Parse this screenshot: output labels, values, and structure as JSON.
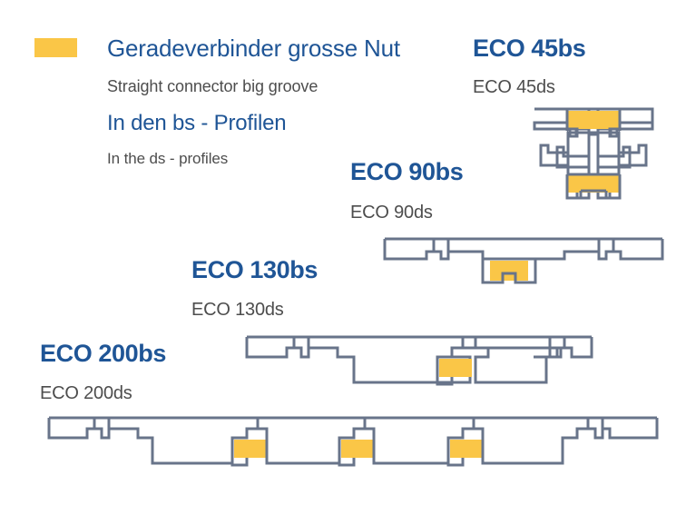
{
  "legend": {
    "swatch_color": "#FAC647",
    "title_de": "Geradeverbinder grosse Nut",
    "title_en": "Straight connector big groove",
    "scope_de": "In den bs - Profilen",
    "scope_en": "In the ds - profiles"
  },
  "colors": {
    "heading_blue": "#1F5596",
    "subtitle_gray": "#4D4D4D",
    "profile_stroke": "#68748A",
    "connector_yellow": "#FAC647",
    "background": "#FFFFFF"
  },
  "profiles": [
    {
      "id": "eco45",
      "title": "ECO 45bs",
      "subtitle": "ECO 45ds",
      "orientation": "vertical",
      "connector_count": 2,
      "connector_positions": [
        "top",
        "bottom"
      ]
    },
    {
      "id": "eco90",
      "title": "ECO 90bs",
      "subtitle": "ECO 90ds",
      "orientation": "horizontal",
      "connector_count": 1,
      "connector_positions": [
        "center"
      ]
    },
    {
      "id": "eco130",
      "title": "ECO 130bs",
      "subtitle": "ECO 130ds",
      "orientation": "horizontal",
      "connector_count": 1,
      "connector_positions": [
        "center"
      ]
    },
    {
      "id": "eco200",
      "title": "ECO 200bs",
      "subtitle": "ECO 200ds",
      "orientation": "horizontal",
      "connector_count": 3,
      "connector_positions": [
        "left-of-center",
        "center",
        "right-of-center"
      ]
    }
  ]
}
